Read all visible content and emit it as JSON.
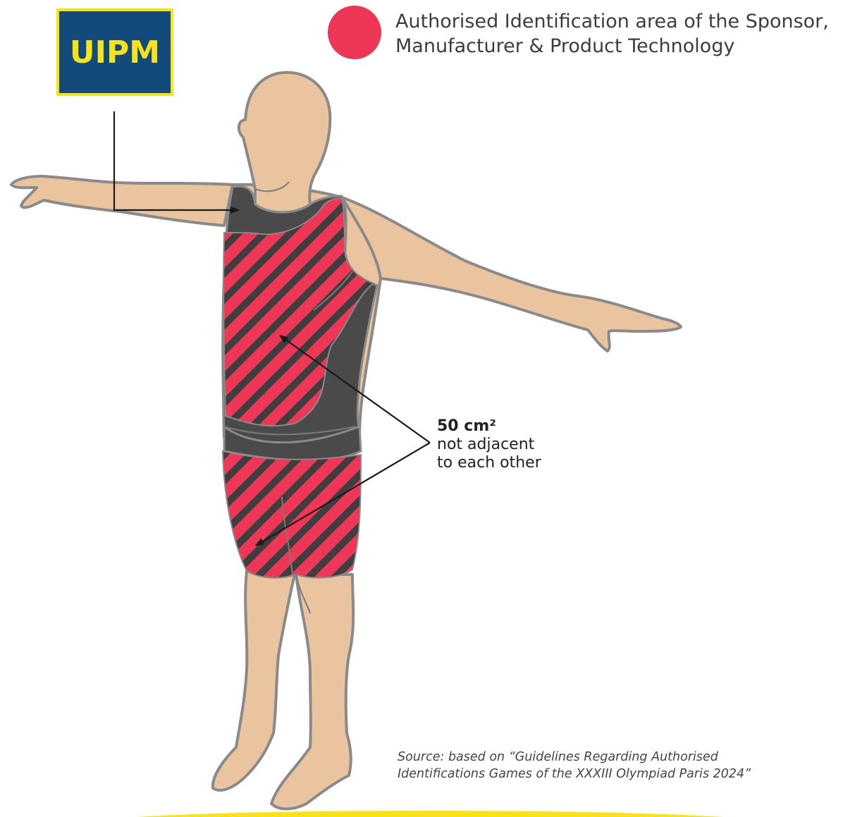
{
  "logo": {
    "text": "UIPM"
  },
  "legend": {
    "line1": "Authorised Identification area of the Sponsor,",
    "line2": "Manufacturer & Product Technology"
  },
  "callout": {
    "area": "50 cm²",
    "line1": "not adjacent",
    "line2": "to each other"
  },
  "source": {
    "line1": "Source: based on “Guidelines Regarding Authorised",
    "line2": "Identifications Games of the XXXIII Olympiad Paris 2024”"
  },
  "colors": {
    "logo_background": "#124a7c",
    "logo_yellow": "#f8e21a",
    "identification_red": "#ee3757",
    "suit_dark_grey": "#4a4a4a",
    "skin": "#e9c49e",
    "outline": "#8a8a8a",
    "ground_yellow": "#f8e21a"
  },
  "icons": {
    "legend_marker": "red-circle-icon",
    "pointer_arrows": "arrow-icon"
  }
}
